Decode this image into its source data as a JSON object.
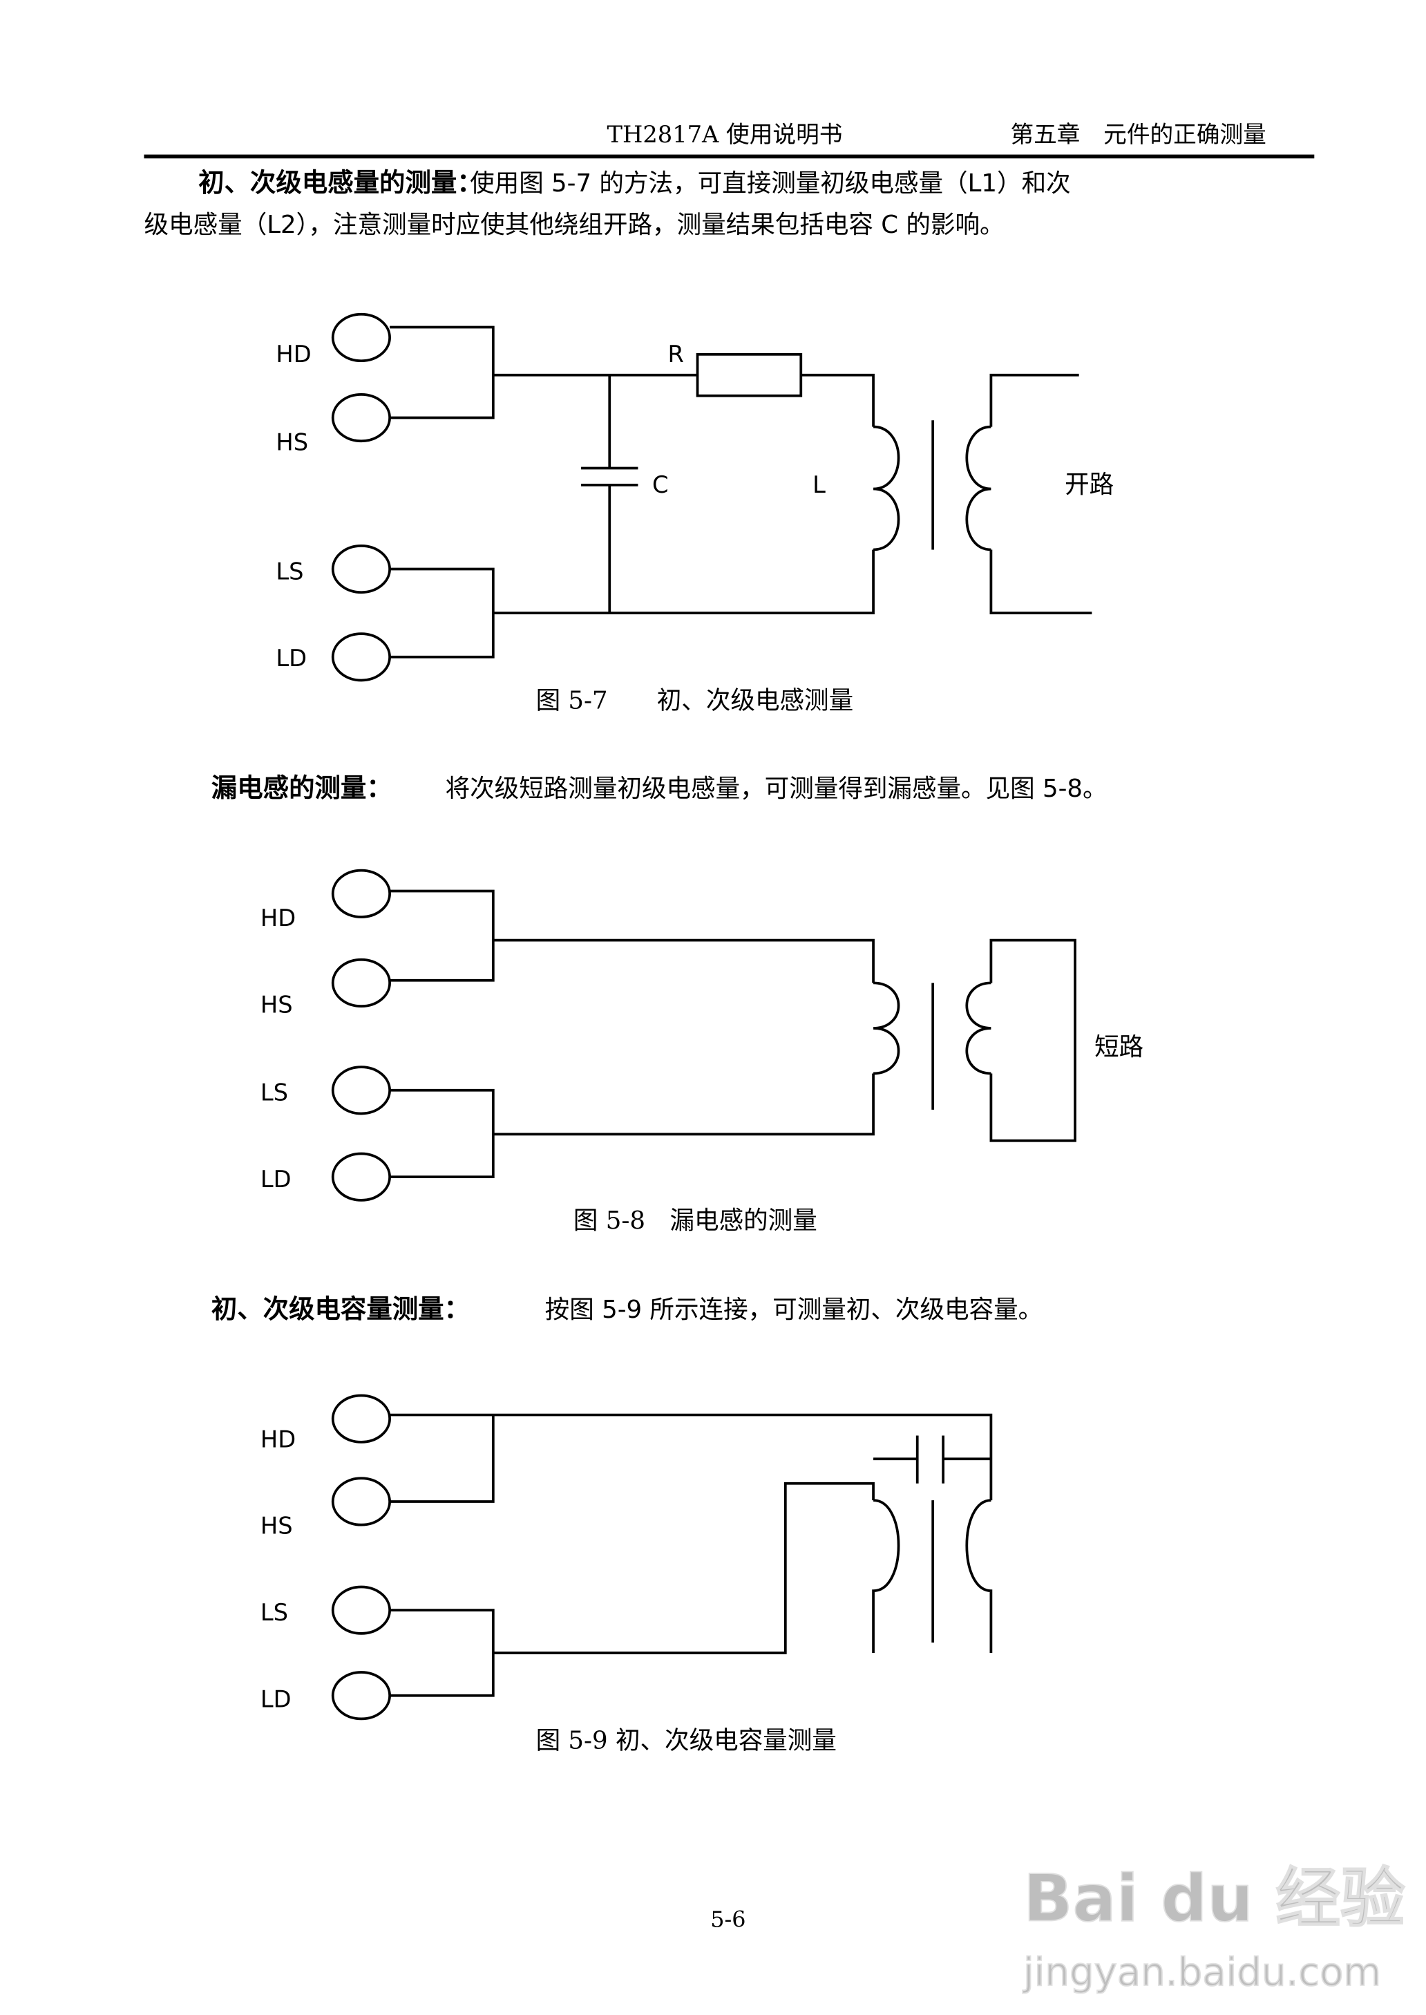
{
  "header": {
    "manual": "TH2817A 使用说明书",
    "chapter": "第五章　元件的正确测量"
  },
  "sec1": {
    "title": "初、次级电感量的测量：",
    "line1": "使用图 5-7 的方法，可直接测量初级电感量（L1）和次",
    "line2": "级电感量（L2），注意测量时应使其他绕组开路，测量结果包括电容 C 的影响。"
  },
  "fig1": {
    "terminals": [
      "HD",
      "HS",
      "LS",
      "LD"
    ],
    "r": "R",
    "c": "C",
    "l": "L",
    "note": "开路",
    "caption": "图 5-7　　初、次级电感测量"
  },
  "sec2": {
    "title": "漏电感的测量：",
    "text": "将次级短路测量初级电感量，可测量得到漏感量。见图 5-8。"
  },
  "fig2": {
    "terminals": [
      "HD",
      "HS",
      "LS",
      "LD"
    ],
    "note": "短路",
    "caption": "图 5-8　漏电感的测量"
  },
  "sec3": {
    "title": "初、次级电容量测量：",
    "text": "按图 5-9 所示连接，可测量初、次级电容量。"
  },
  "fig3": {
    "terminals": [
      "HD",
      "HS",
      "LS",
      "LD"
    ],
    "caption": "图 5-9 初、次级电容量测量"
  },
  "footer": {
    "page": "5-6"
  },
  "watermark": {
    "brand": "Bai du 经验",
    "url": "jingyan.baidu.com"
  }
}
